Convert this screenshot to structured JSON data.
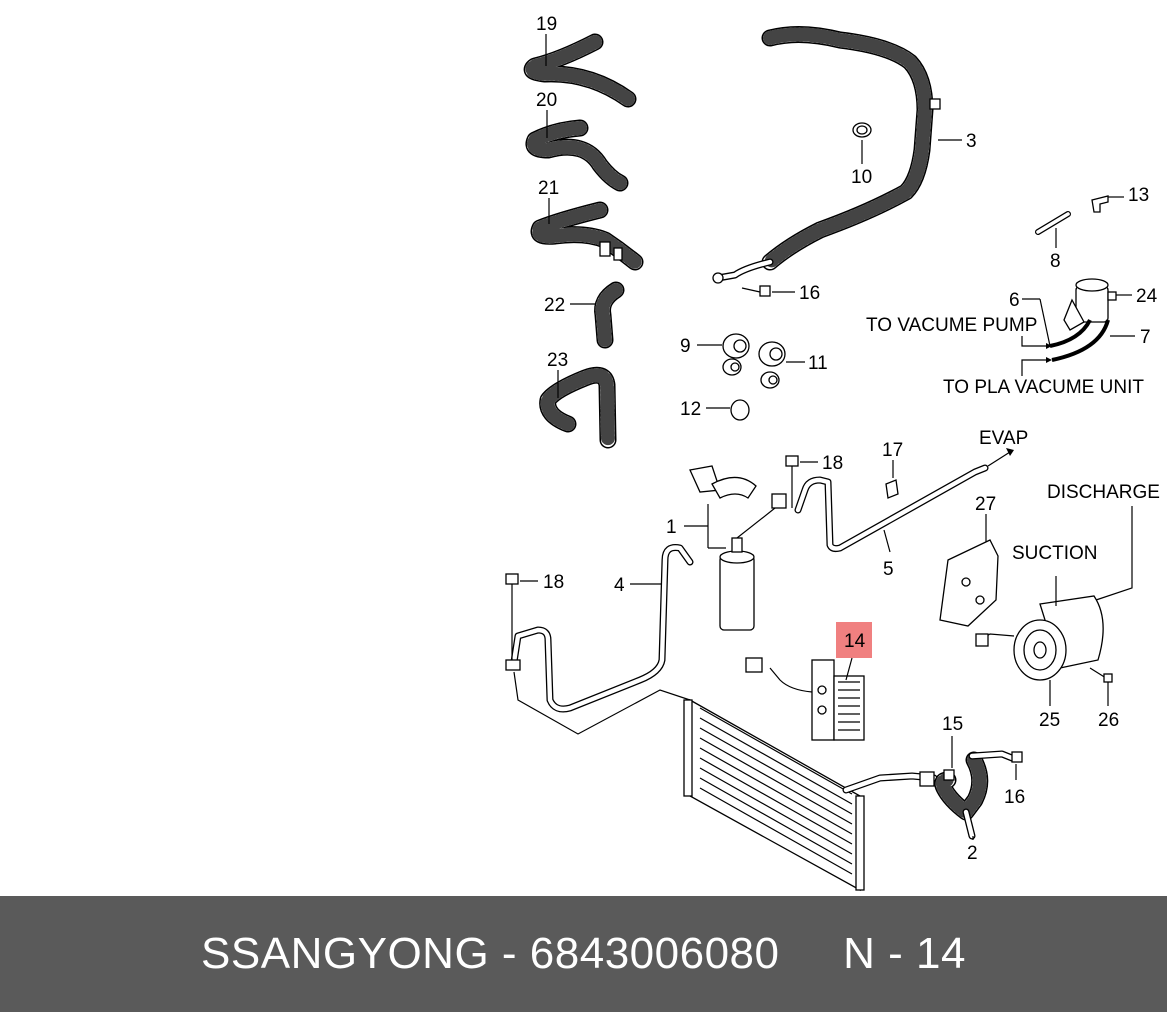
{
  "diagram": {
    "callouts": {
      "c1": "1",
      "c2": "2",
      "c3": "3",
      "c4": "4",
      "c5": "5",
      "c6": "6",
      "c7": "7",
      "c8": "8",
      "c9": "9",
      "c10": "10",
      "c11": "11",
      "c12": "12",
      "c13": "13",
      "c14": "14",
      "c15": "15",
      "c16a": "16",
      "c16b": "16",
      "c17": "17",
      "c18a": "18",
      "c18b": "18",
      "c19": "19",
      "c20": "20",
      "c21": "21",
      "c22": "22",
      "c23": "23",
      "c24": "24",
      "c25": "25",
      "c26": "26",
      "c27": "27"
    },
    "labels": {
      "to_vacume_pump": "TO VACUME PUMP",
      "to_pla_vacume_unit": "TO PLA VACUME UNIT",
      "evap": "EVAP",
      "discharge": "DISCHARGE",
      "suction": "SUCTION"
    },
    "highlight_color": "#f08080"
  },
  "footer": {
    "brand": "SSANGYONG",
    "separator": " - ",
    "part_number": "6843006080",
    "gap": "     ",
    "ref": "N - 14"
  }
}
